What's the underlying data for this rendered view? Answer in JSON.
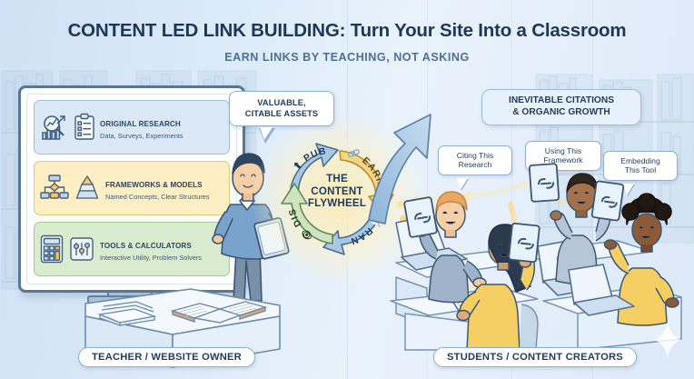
{
  "header": {
    "title_bold": "CONTENT LED LINK BUILDING:",
    "title_rest": " Turn Your Site Into a Classroom",
    "subtitle": "EARN LINKS BY TEACHING, NOT ASKING"
  },
  "whiteboard": {
    "cards": [
      {
        "heading": "ORIGINAL RESEARCH",
        "sub": "Data, Surveys, Experiments",
        "color": "#dbe8f6",
        "border": "#9fbcd8",
        "icons": [
          "magnifier-chart-icon",
          "clipboard-checklist-icon"
        ]
      },
      {
        "heading": "FRAMEWORKS & MODELS",
        "sub": "Named Concepts, Clear Structures",
        "color": "#fdeec4",
        "border": "#e8c773",
        "icons": [
          "flowchart-icon",
          "pyramid-icon"
        ]
      },
      {
        "heading": "TOOLS & CALCULATORS",
        "sub": "Interactive Utility, Problem Solvers",
        "color": "#d9eccf",
        "border": "#a4c893",
        "icons": [
          "calculator-icon",
          "sliders-icon"
        ]
      }
    ]
  },
  "flywheel": {
    "center_line1": "THE",
    "center_line2": "CONTENT",
    "center_line3": "FLYWHEEL",
    "segments": [
      {
        "label": "PUBLISH",
        "icon": "upload-icon",
        "color": "#a9c8e4"
      },
      {
        "label": "EARN",
        "icon": "link-icon",
        "color": "#f6d489"
      },
      {
        "label": "RANK",
        "icon": "bar-rise-icon",
        "color": "#a9c8e4"
      },
      {
        "label": "DISCOVER",
        "icon": "eye-icon",
        "color": "#cfe3c2"
      }
    ]
  },
  "callouts": {
    "assets_line1": "VALUABLE,",
    "assets_line2": "CITABLE ASSETS",
    "growth_line1": "INEVITABLE CITATIONS",
    "growth_line2": "& ORGANIC GROWTH",
    "students": [
      {
        "line1": "Citing This",
        "line2": "Research"
      },
      {
        "line1": "Using This",
        "line2": "Framework"
      },
      {
        "line1": "Embedding",
        "line2": "This Tool"
      }
    ]
  },
  "labels": {
    "teacher": "TEACHER / WEBSITE OWNER",
    "students": "STUDENTS / CONTENT CREATORS"
  },
  "colors": {
    "bg_left": "#cfe1f4",
    "bg_right": "#e4eefb",
    "ink": "#1f3c5c",
    "accent_yellow": "#f6d489",
    "accent_blue": "#a9c8e4",
    "accent_green": "#cfe3c2"
  }
}
